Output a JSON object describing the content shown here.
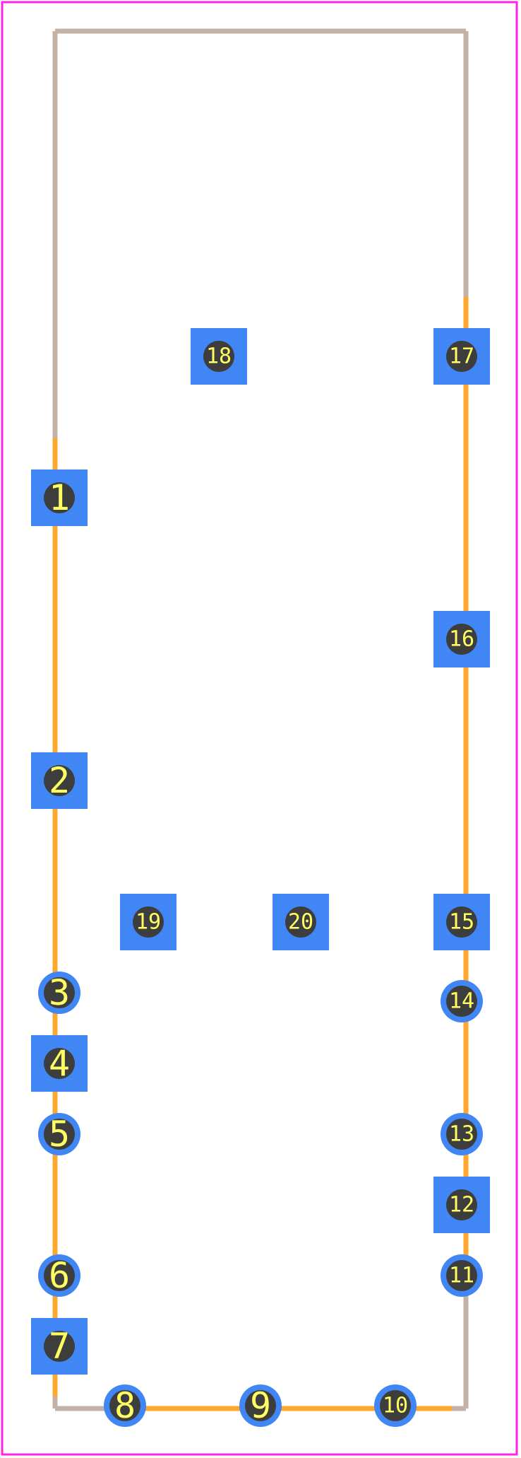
{
  "colors": {
    "background": "#ffffff",
    "board_outline": "#ff26e2",
    "silkscreen_gray": "#c4b2a6",
    "silkscreen_orange": "#ffa62e",
    "pad": "#4186f5",
    "drill": "#3d3d3d",
    "label": "#ffff62"
  },
  "pads": [
    {
      "label": "1",
      "shape": "square",
      "size": "large"
    },
    {
      "label": "2",
      "shape": "square",
      "size": "large"
    },
    {
      "label": "3",
      "shape": "round",
      "size": "large"
    },
    {
      "label": "4",
      "shape": "square",
      "size": "large"
    },
    {
      "label": "5",
      "shape": "round",
      "size": "large"
    },
    {
      "label": "6",
      "shape": "round",
      "size": "large"
    },
    {
      "label": "7",
      "shape": "square",
      "size": "large"
    },
    {
      "label": "8",
      "shape": "round",
      "size": "large"
    },
    {
      "label": "9",
      "shape": "round",
      "size": "large"
    },
    {
      "label": "10",
      "shape": "round",
      "size": "small"
    },
    {
      "label": "11",
      "shape": "round",
      "size": "small"
    },
    {
      "label": "12",
      "shape": "square",
      "size": "small"
    },
    {
      "label": "13",
      "shape": "round",
      "size": "small"
    },
    {
      "label": "14",
      "shape": "round",
      "size": "small"
    },
    {
      "label": "15",
      "shape": "square",
      "size": "small"
    },
    {
      "label": "16",
      "shape": "square",
      "size": "small"
    },
    {
      "label": "17",
      "shape": "square",
      "size": "small"
    },
    {
      "label": "18",
      "shape": "square",
      "size": "small"
    },
    {
      "label": "19",
      "shape": "square",
      "size": "small"
    },
    {
      "label": "20",
      "shape": "square",
      "size": "small"
    }
  ]
}
